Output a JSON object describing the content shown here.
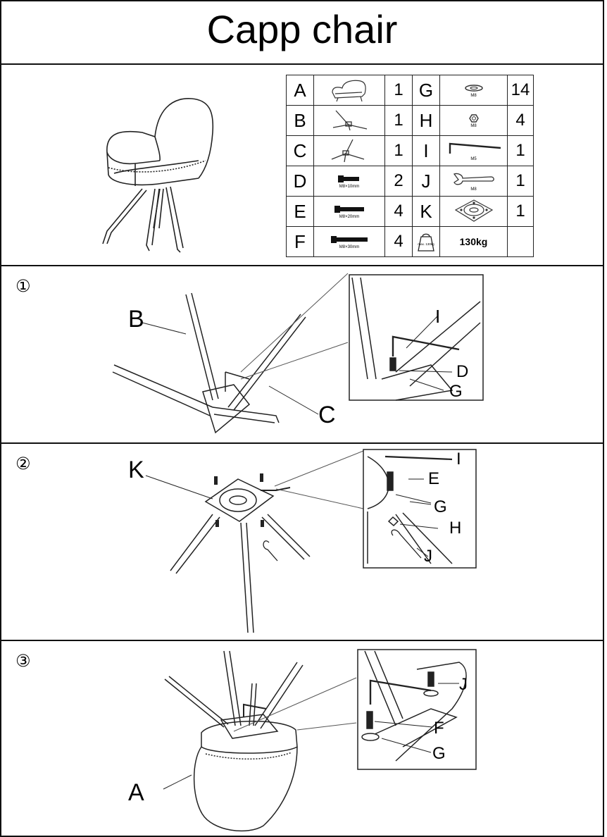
{
  "title": "Capp chair",
  "parts": [
    {
      "left": {
        "letter": "A",
        "icon": "seat-icon",
        "sublabel": "",
        "qty": "1"
      },
      "right": {
        "letter": "G",
        "icon": "washer-icon",
        "sublabel": "M8",
        "qty": "14"
      }
    },
    {
      "left": {
        "letter": "B",
        "icon": "leg-frame-icon",
        "sublabel": "",
        "qty": "1"
      },
      "right": {
        "letter": "H",
        "icon": "nut-icon",
        "sublabel": "M8",
        "qty": "4"
      }
    },
    {
      "left": {
        "letter": "C",
        "icon": "leg-frame-icon",
        "sublabel": "",
        "qty": "1"
      },
      "right": {
        "letter": "I",
        "icon": "allen-key-icon",
        "sublabel": "M5",
        "qty": "1"
      }
    },
    {
      "left": {
        "letter": "D",
        "icon": "bolt-icon",
        "sublabel": "M8×10mm",
        "qty": "2"
      },
      "right": {
        "letter": "J",
        "icon": "wrench-icon",
        "sublabel": "M8",
        "qty": "1"
      }
    },
    {
      "left": {
        "letter": "E",
        "icon": "bolt-icon",
        "sublabel": "M8×20mm",
        "qty": "4"
      },
      "right": {
        "letter": "K",
        "icon": "swivel-plate-icon",
        "sublabel": "",
        "qty": "1"
      }
    },
    {
      "left": {
        "letter": "F",
        "icon": "bolt-icon",
        "sublabel": "M8×30mm",
        "qty": "4"
      },
      "right": {
        "letter": "",
        "icon": "weight-icon",
        "sublabel": "max. 130kg",
        "qty": "130kg"
      }
    }
  ],
  "steps": [
    {
      "number": "①",
      "callouts": {
        "b": "B",
        "c": "C",
        "i": "I",
        "d": "D",
        "g": "G"
      }
    },
    {
      "number": "②",
      "callouts": {
        "k": "K",
        "i": "I",
        "e": "E",
        "g": "G",
        "h": "H",
        "j": "J"
      }
    },
    {
      "number": "③",
      "callouts": {
        "a": "A",
        "j": "J",
        "f": "F",
        "g": "G"
      }
    }
  ]
}
